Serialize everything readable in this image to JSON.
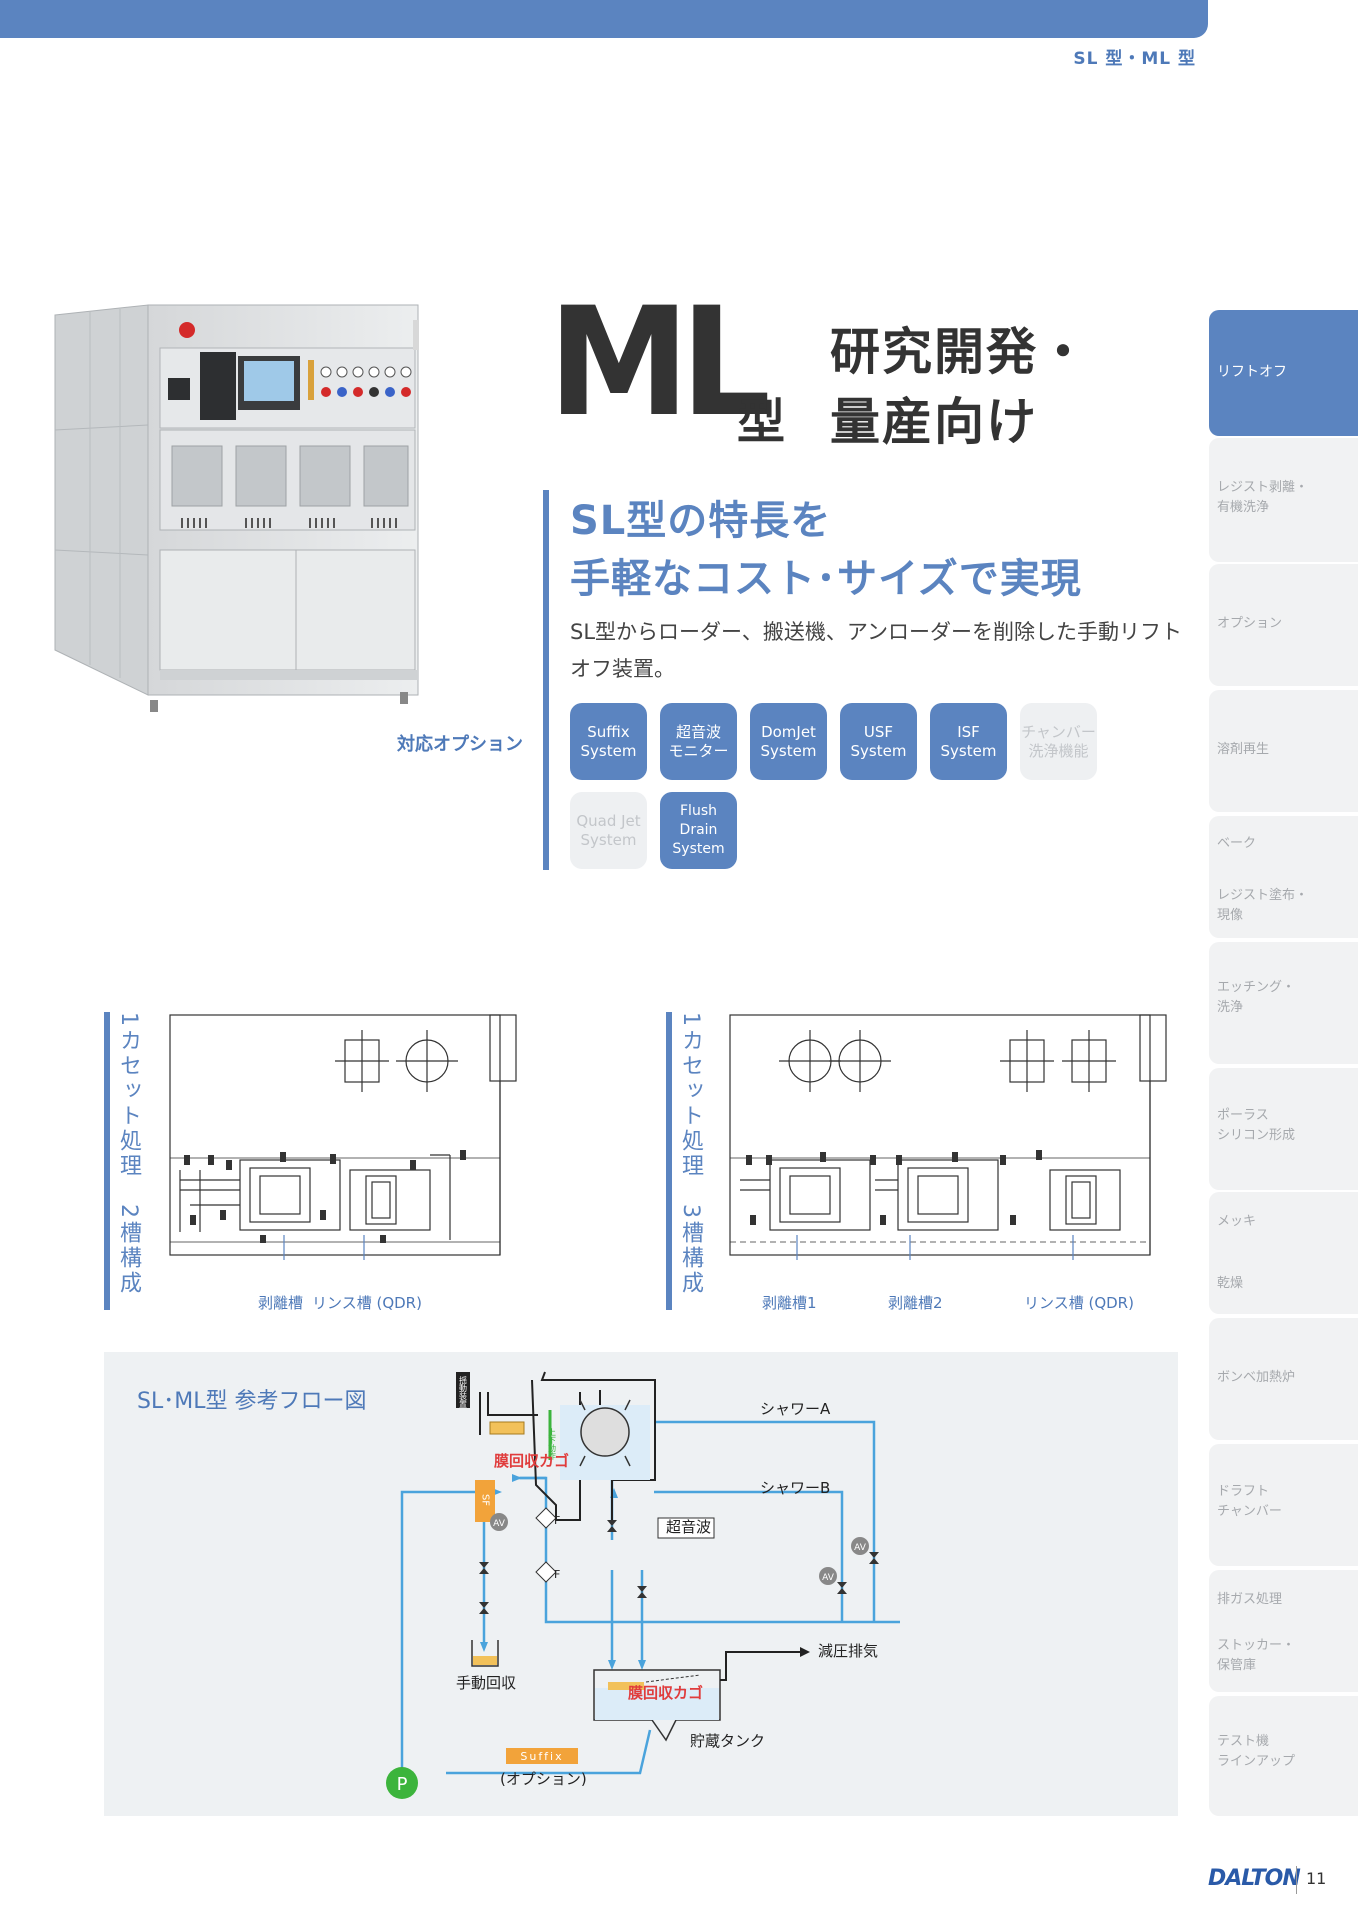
{
  "header": {
    "series_label": "SL 型・ML 型"
  },
  "sidebar": {
    "items": [
      {
        "label": "リフトオフ",
        "active": true
      },
      {
        "label": "レジスト剥離・\n有機洗浄",
        "active": false
      },
      {
        "label": "オプション",
        "active": false
      },
      {
        "label": "溶剤再生",
        "active": false
      },
      {
        "label": "ベーク",
        "active": false
      },
      {
        "label": "レジスト塗布・\n現像",
        "active": false
      },
      {
        "label": "エッチング・\n洗浄",
        "active": false
      },
      {
        "label": "ポーラス\nシリコン形成",
        "active": false
      },
      {
        "label": "メッキ",
        "active": false
      },
      {
        "label": "乾燥",
        "active": false
      },
      {
        "label": "ボンベ加熱炉",
        "active": false
      },
      {
        "label": "ドラフト\nチャンバー",
        "active": false
      },
      {
        "label": "排ガス処理",
        "active": false
      },
      {
        "label": "ストッカー・\n保管庫",
        "active": false
      },
      {
        "label": "テスト機\nラインアップ",
        "active": false
      }
    ]
  },
  "title": {
    "model": "ML",
    "kata": "型",
    "subtitle_line1": "研究開発・",
    "subtitle_line2": "量産向け"
  },
  "feature": {
    "headline_line1": "SL型の特長を",
    "headline_line2": "手軽なコスト･サイズで実現",
    "description": "SL型からローダー、搬送機、アンローダーを削除した手動リフトオフ装置。"
  },
  "options": {
    "label": "対応オプション",
    "items": [
      {
        "line1": "Suffix",
        "line2": "System",
        "available": true
      },
      {
        "line1": "超音波",
        "line2": "モニター",
        "available": true
      },
      {
        "line1": "DomJet",
        "line2": "System",
        "available": true
      },
      {
        "line1": "USF",
        "line2": "System",
        "available": true
      },
      {
        "line1": "ISF",
        "line2": "System",
        "available": true
      },
      {
        "line1": "チャンバー",
        "line2": "洗浄機能",
        "available": false
      },
      {
        "line1": "Quad Jet",
        "line2": "System",
        "available": false
      },
      {
        "line1": "Flush Drain",
        "line2": "System",
        "available": true
      }
    ]
  },
  "layouts": [
    {
      "title": "1カセット処理　2槽構成",
      "tanks": [
        "剥離槽",
        "リンス槽 (QDR)"
      ]
    },
    {
      "title": "1カセット処理　3槽構成",
      "tanks": [
        "剥離槽1",
        "剥離槽2",
        "リンス槽 (QDR)"
      ]
    }
  ],
  "flow": {
    "title": "SL･ML型 参考フロー図",
    "labels": {
      "shower_a": "シャワーA",
      "shower_b": "シャワーB",
      "membrane_basket_top": "膜回収カゴ",
      "ultrasonic": "超音波",
      "exhaust": "減圧排気",
      "manual_recovery": "手動回収",
      "membrane_basket_tank": "膜回収カゴ",
      "storage_tank": "貯蔵タンク",
      "suffix": "Suffix",
      "option": "(オプション)",
      "pump": "P",
      "sf": "SF",
      "filter": "F",
      "av": "AV",
      "swing_device": "揺動装置",
      "updown": "上下動作"
    }
  },
  "footer": {
    "logo": "DALTON",
    "page": "11"
  },
  "colors": {
    "brand_blue": "#5b84c0",
    "flow_line": "#4aa3dc",
    "alert_red": "#e03c3c",
    "pump_green": "#3cb43c",
    "sf_orange": "#f2a33a"
  }
}
